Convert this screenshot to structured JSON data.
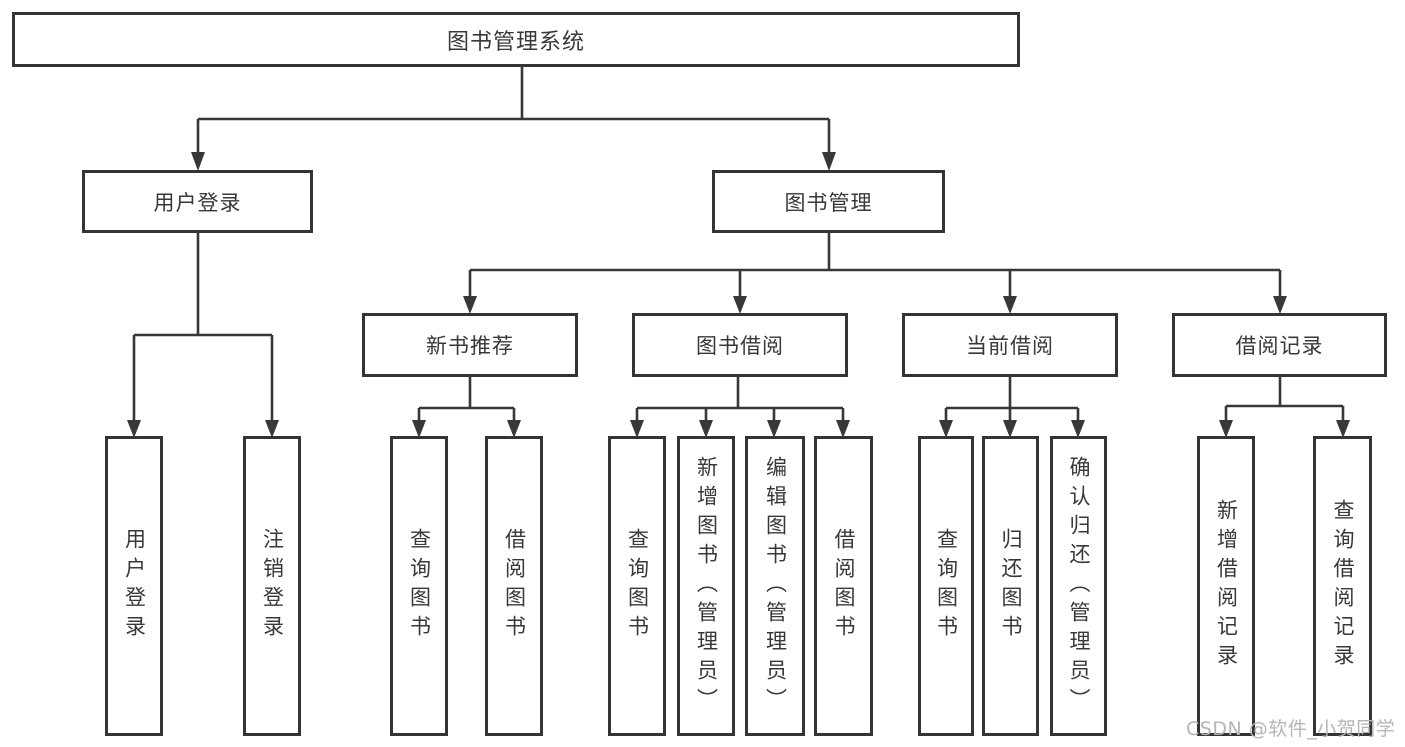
{
  "tree": {
    "root": {
      "label": "图书管理系统"
    },
    "branches": [
      {
        "label": "用户登录",
        "children": [
          {
            "label": "用户登录"
          },
          {
            "label": "注销登录"
          }
        ]
      },
      {
        "label": "图书管理",
        "children": [
          {
            "label": "新书推荐",
            "children": [
              {
                "label": "查询图书"
              },
              {
                "label": "借阅图书"
              }
            ]
          },
          {
            "label": "图书借阅",
            "children": [
              {
                "label": "查询图书"
              },
              {
                "label": "新增图书（管理员）"
              },
              {
                "label": "编辑图书（管理员）"
              },
              {
                "label": "借阅图书"
              }
            ]
          },
          {
            "label": "当前借阅",
            "children": [
              {
                "label": "查询图书"
              },
              {
                "label": "归还图书"
              },
              {
                "label": "确认归还（管理员）"
              }
            ]
          },
          {
            "label": "借阅记录",
            "children": [
              {
                "label": "新增借阅记录"
              },
              {
                "label": "查询借阅记录"
              }
            ]
          }
        ]
      }
    ]
  },
  "watermark": {
    "text": "CSDN @软件_小贺同学"
  },
  "colors": {
    "line": "#383838",
    "text": "#383838",
    "watermark": "#b5b5b5",
    "background": "#ffffff"
  }
}
